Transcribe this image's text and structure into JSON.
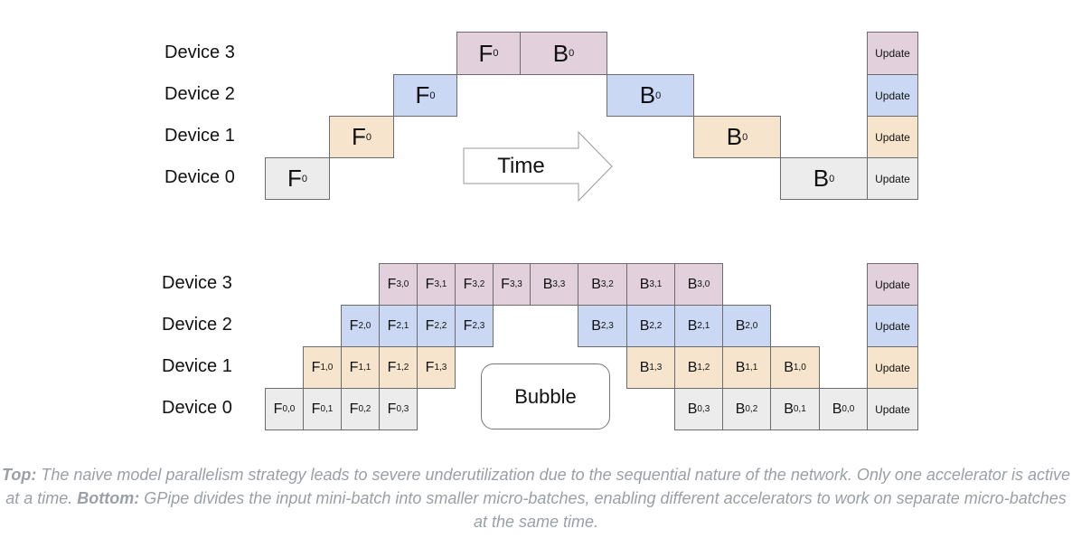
{
  "top": {
    "devices": [
      "Device 0",
      "Device 1",
      "Device 2",
      "Device 3"
    ],
    "cells": [
      {
        "main": "F",
        "sub": "0"
      },
      {
        "main": "F",
        "sub": "0"
      },
      {
        "main": "F",
        "sub": "0"
      },
      {
        "main": "F",
        "sub": "0"
      },
      {
        "main": "B",
        "sub": "0"
      },
      {
        "main": "B",
        "sub": "0"
      },
      {
        "main": "B",
        "sub": "0"
      },
      {
        "main": "B",
        "sub": "0"
      }
    ],
    "update_label": "Update",
    "arrow_label": "Time"
  },
  "bottom": {
    "devices": [
      "Device 0",
      "Device 1",
      "Device 2",
      "Device 3"
    ],
    "forward": [
      [
        {
          "main": "F",
          "sub": "0,0"
        },
        {
          "main": "F",
          "sub": "0,1"
        },
        {
          "main": "F",
          "sub": "0,2"
        },
        {
          "main": "F",
          "sub": "0,3"
        }
      ],
      [
        {
          "main": "F",
          "sub": "1,0"
        },
        {
          "main": "F",
          "sub": "1,1"
        },
        {
          "main": "F",
          "sub": "1,2"
        },
        {
          "main": "F",
          "sub": "1,3"
        }
      ],
      [
        {
          "main": "F",
          "sub": "2,0"
        },
        {
          "main": "F",
          "sub": "2,1"
        },
        {
          "main": "F",
          "sub": "2,2"
        },
        {
          "main": "F",
          "sub": "2,3"
        }
      ],
      [
        {
          "main": "F",
          "sub": "3,0"
        },
        {
          "main": "F",
          "sub": "3,1"
        },
        {
          "main": "F",
          "sub": "3,2"
        },
        {
          "main": "F",
          "sub": "3,3"
        }
      ]
    ],
    "backward": [
      [
        {
          "main": "B",
          "sub": "0,3"
        },
        {
          "main": "B",
          "sub": "0,2"
        },
        {
          "main": "B",
          "sub": "0,1"
        },
        {
          "main": "B",
          "sub": "0,0"
        }
      ],
      [
        {
          "main": "B",
          "sub": "1,3"
        },
        {
          "main": "B",
          "sub": "1,2"
        },
        {
          "main": "B",
          "sub": "1,1"
        },
        {
          "main": "B",
          "sub": "1,0"
        }
      ],
      [
        {
          "main": "B",
          "sub": "2,3"
        },
        {
          "main": "B",
          "sub": "2,2"
        },
        {
          "main": "B",
          "sub": "2,1"
        },
        {
          "main": "B",
          "sub": "2,0"
        }
      ],
      [
        {
          "main": "B",
          "sub": "3,3"
        },
        {
          "main": "B",
          "sub": "3,2"
        },
        {
          "main": "B",
          "sub": "3,1"
        },
        {
          "main": "B",
          "sub": "3,0"
        }
      ]
    ],
    "update_label": "Update",
    "bubble_label": "Bubble"
  },
  "caption": {
    "top_label": "Top:",
    "top_text": " The naive model parallelism strategy leads to severe underutilization due to the sequential nature of the network. Only one accelerator is active at a time. ",
    "bottom_label": "Bottom:",
    "bottom_text": " GPipe divides the input mini-batch into smaller micro-batches, enabling different accelerators to work on separate micro-batches at the same time."
  },
  "colors": {
    "device0": "#ececec",
    "device1": "#f6e5cc",
    "device2": "#cbd8f4",
    "device3": "#e2d1dc",
    "caption": "#9aa0a6"
  }
}
